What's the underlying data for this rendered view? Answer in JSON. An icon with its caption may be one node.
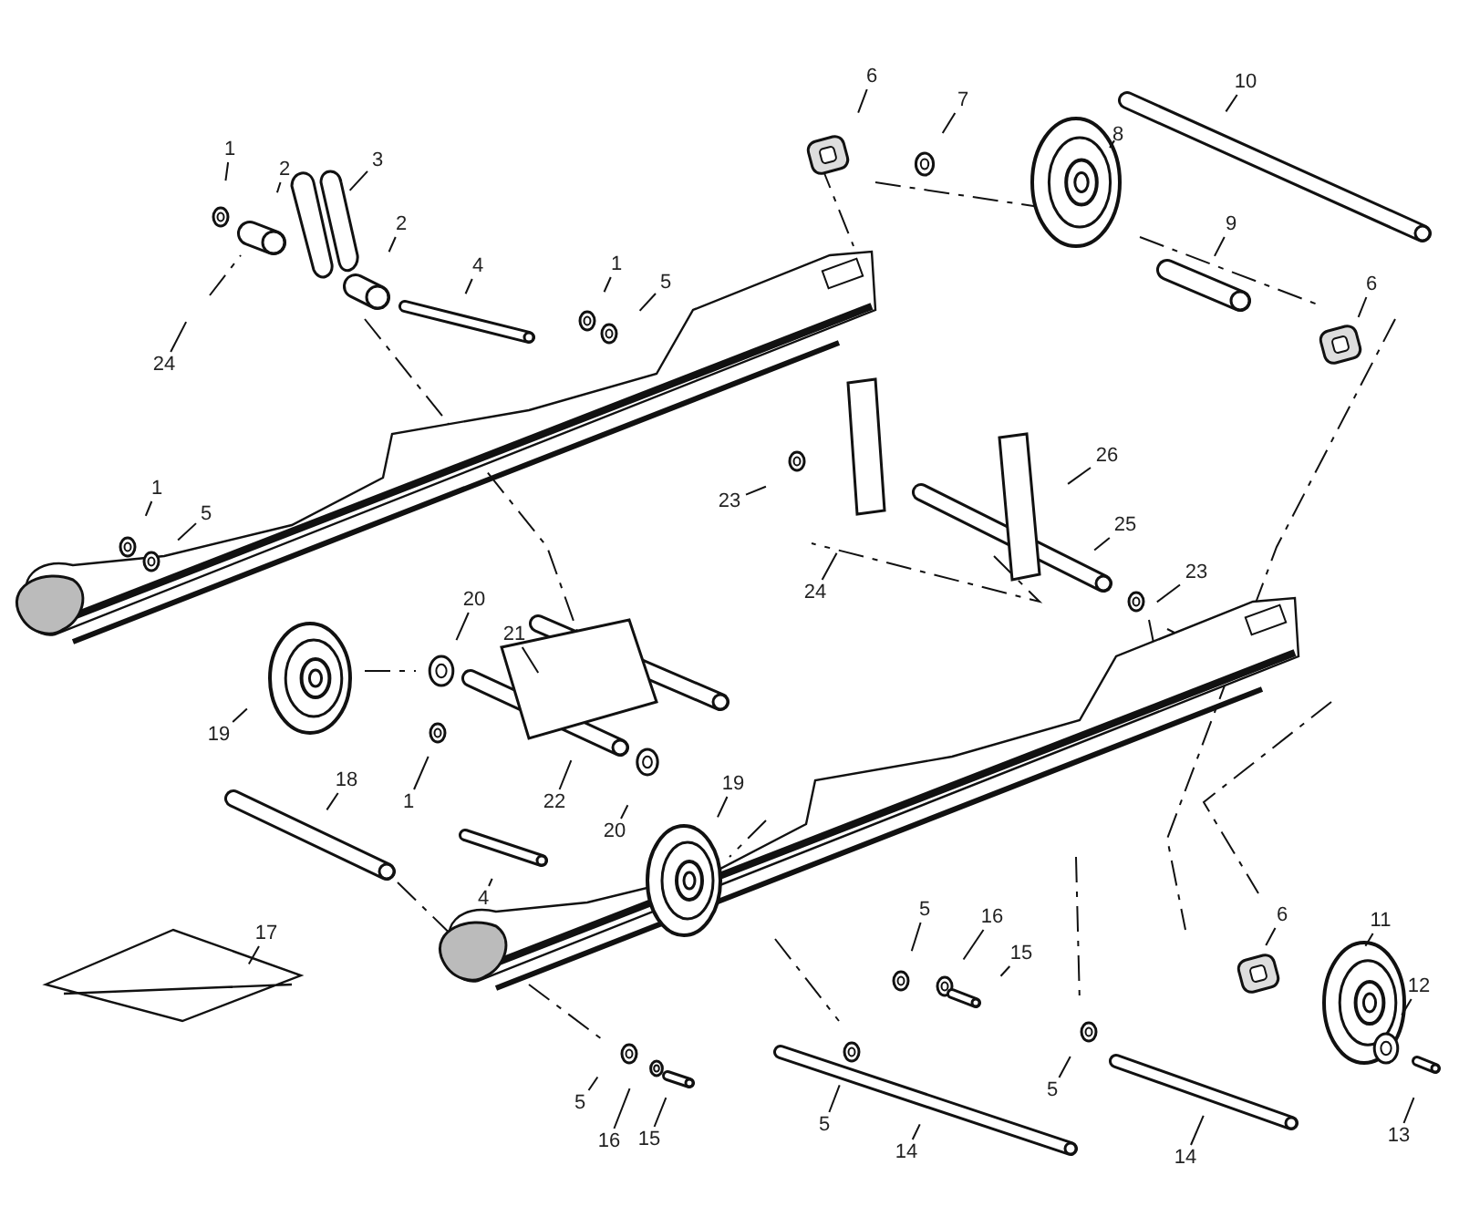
{
  "diagram": {
    "nodes": [
      {
        "text": [
          "1"
        ]
      },
      {
        "text": [
          "2"
        ]
      },
      {
        "text": [
          "3"
        ]
      },
      {
        "text": [
          "6"
        ]
      },
      {
        "text": [
          "7"
        ]
      },
      {
        "text": [
          "8"
        ]
      },
      {
        "text": [
          "10"
        ]
      },
      {
        "text": [
          "2"
        ]
      },
      {
        "text": [
          "4"
        ]
      },
      {
        "text": [
          "1"
        ]
      },
      {
        "text": [
          "5"
        ]
      },
      {
        "text": [
          "9"
        ]
      },
      {
        "text": [
          "6"
        ]
      },
      {
        "text": [
          "24"
        ]
      },
      {
        "text": [
          "26"
        ]
      },
      {
        "text": [
          "23"
        ]
      },
      {
        "text": [
          "1"
        ]
      },
      {
        "text": [
          "5"
        ]
      },
      {
        "text": [
          "25"
        ]
      },
      {
        "text": [
          "24"
        ]
      },
      {
        "text": [
          "23"
        ]
      },
      {
        "text": [
          "20"
        ]
      },
      {
        "text": [
          "21"
        ]
      },
      {
        "text": [
          "19"
        ]
      },
      {
        "text": [
          "1"
        ]
      },
      {
        "text": [
          "22"
        ]
      },
      {
        "text": [
          "20"
        ]
      },
      {
        "text": [
          "18"
        ]
      },
      {
        "text": [
          "19"
        ]
      },
      {
        "text": [
          "4"
        ]
      },
      {
        "text": [
          "17"
        ]
      },
      {
        "text": [
          "16"
        ]
      },
      {
        "text": [
          "6"
        ]
      },
      {
        "text": [
          "11"
        ]
      },
      {
        "text": [
          "5"
        ]
      },
      {
        "text": [
          "15"
        ]
      },
      {
        "text": [
          "12"
        ]
      },
      {
        "text": [
          "5"
        ]
      },
      {
        "text": [
          "16"
        ]
      },
      {
        "text": [
          "15"
        ]
      },
      {
        "text": [
          "5"
        ]
      },
      {
        "text": [
          "5"
        ]
      },
      {
        "text": [
          "13"
        ]
      },
      {
        "text": [
          "14"
        ]
      },
      {
        "text": [
          "14"
        ]
      }
    ],
    "edges": [
      {
        "from": 0,
        "to": null,
        "arrow": "none"
      },
      {
        "from": 1,
        "to": null,
        "arrow": "none"
      },
      {
        "from": 2,
        "to": null,
        "arrow": "none"
      },
      {
        "from": 3,
        "to": null,
        "arrow": "none"
      },
      {
        "from": 4,
        "to": null,
        "arrow": "none"
      },
      {
        "from": 5,
        "to": null,
        "arrow": "none"
      },
      {
        "from": 6,
        "to": null,
        "arrow": "none"
      },
      {
        "from": 7,
        "to": null,
        "arrow": "none"
      },
      {
        "from": 8,
        "to": null,
        "arrow": "none"
      },
      {
        "from": 9,
        "to": null,
        "arrow": "none"
      },
      {
        "from": 10,
        "to": null,
        "arrow": "none"
      },
      {
        "from": 11,
        "to": null,
        "arrow": "none"
      },
      {
        "from": 12,
        "to": null,
        "arrow": "none"
      },
      {
        "from": 13,
        "to": null,
        "arrow": "none"
      },
      {
        "from": 14,
        "to": null,
        "arrow": "none"
      },
      {
        "from": 15,
        "to": null,
        "arrow": "none"
      },
      {
        "from": 16,
        "to": null,
        "arrow": "none"
      },
      {
        "from": 17,
        "to": null,
        "arrow": "none"
      },
      {
        "from": 18,
        "to": null,
        "arrow": "none"
      },
      {
        "from": 19,
        "to": null,
        "arrow": "none"
      },
      {
        "from": 20,
        "to": null,
        "arrow": "none"
      },
      {
        "from": 21,
        "to": null,
        "arrow": "none"
      },
      {
        "from": 22,
        "to": null,
        "arrow": "none"
      },
      {
        "from": 23,
        "to": null,
        "arrow": "none"
      },
      {
        "from": 24,
        "to": null,
        "arrow": "none"
      },
      {
        "from": 25,
        "to": null,
        "arrow": "none"
      },
      {
        "from": 26,
        "to": null,
        "arrow": "none"
      },
      {
        "from": 27,
        "to": null,
        "arrow": "none"
      },
      {
        "from": 28,
        "to": null,
        "arrow": "none"
      },
      {
        "from": 29,
        "to": null,
        "arrow": "none"
      },
      {
        "from": 30,
        "to": null,
        "arrow": "none"
      },
      {
        "from": 31,
        "to": null,
        "arrow": "none"
      },
      {
        "from": 32,
        "to": null,
        "arrow": "none"
      },
      {
        "from": 33,
        "to": null,
        "arrow": "none"
      },
      {
        "from": 34,
        "to": null,
        "arrow": "none"
      },
      {
        "from": 35,
        "to": null,
        "arrow": "none"
      },
      {
        "from": 36,
        "to": null,
        "arrow": "none"
      },
      {
        "from": 37,
        "to": null,
        "arrow": "none"
      },
      {
        "from": 38,
        "to": null,
        "arrow": "none"
      },
      {
        "from": 39,
        "to": null,
        "arrow": "none"
      },
      {
        "from": 40,
        "to": null,
        "arrow": "none"
      },
      {
        "from": 41,
        "to": null,
        "arrow": "none"
      },
      {
        "from": 42,
        "to": null,
        "arrow": "none"
      },
      {
        "from": 43,
        "to": null,
        "arrow": "none"
      },
      {
        "from": 44,
        "to": null,
        "arrow": "none"
      }
    ]
  }
}
